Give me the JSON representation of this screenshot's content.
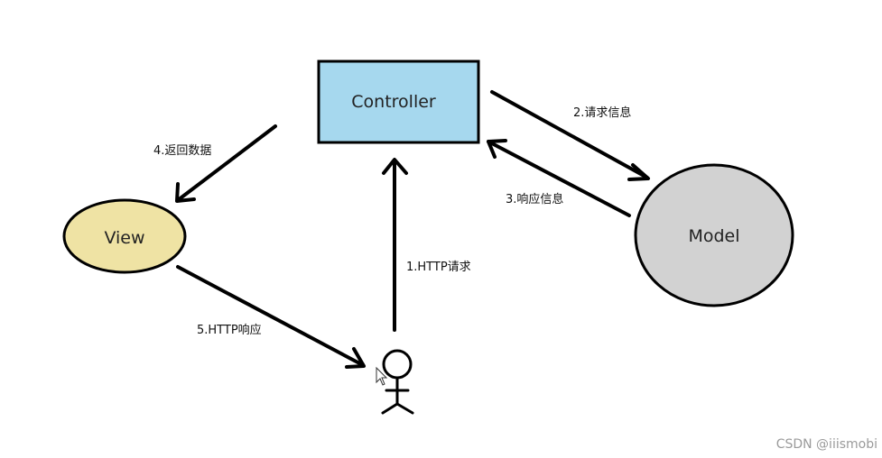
{
  "nodes": {
    "controller": {
      "label": "Controller",
      "fill": "#a6d8ee",
      "stroke": "#000000"
    },
    "model": {
      "label": "Model",
      "fill": "#d2d2d2",
      "stroke": "#000000"
    },
    "view": {
      "label": "View",
      "fill": "#efe3a4",
      "stroke": "#000000"
    },
    "user": {
      "icon": "stick-figure-icon"
    }
  },
  "edges": [
    {
      "from": "user",
      "to": "controller",
      "label": "1.HTTP请求"
    },
    {
      "from": "controller",
      "to": "model",
      "label": "2.请求信息"
    },
    {
      "from": "model",
      "to": "controller",
      "label": "3.响应信息"
    },
    {
      "from": "controller",
      "to": "view",
      "label": "4.返回数据"
    },
    {
      "from": "view",
      "to": "user",
      "label": "5.HTTP响应"
    }
  ],
  "watermark": "CSDN @iiismobi"
}
